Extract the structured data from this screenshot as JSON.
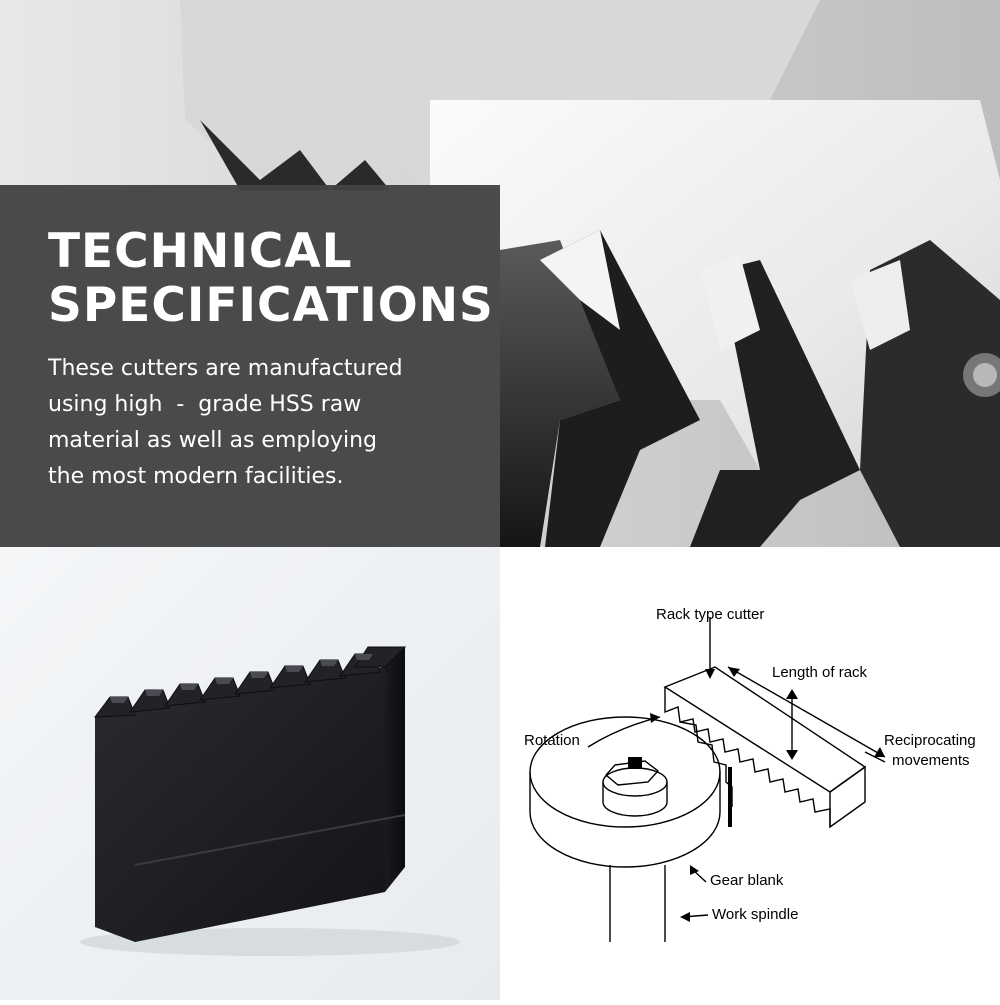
{
  "hero": {
    "image": "rack-cutter-closeup-photo",
    "title_lines": [
      "TECHNICAL",
      "SPECIFICATIONS"
    ],
    "body_lines": [
      "These cutters are manufactured",
      "using high  -  grade HSS raw",
      "material as well as employing",
      "the most modern facilities."
    ],
    "panel_color": "#444444"
  },
  "product_photo": {
    "image": "black-rack-cutter-block",
    "background": "#eef1f4"
  },
  "diagram": {
    "labels": {
      "rack_type_cutter": "Rack type cutter",
      "length_of_rack": "Length of rack",
      "rotation": "Rotation",
      "reciprocating_1": "Reciprocating",
      "reciprocating_2": "movements",
      "gear_blank": "Gear blank",
      "work_spindle": "Work spindle"
    }
  }
}
